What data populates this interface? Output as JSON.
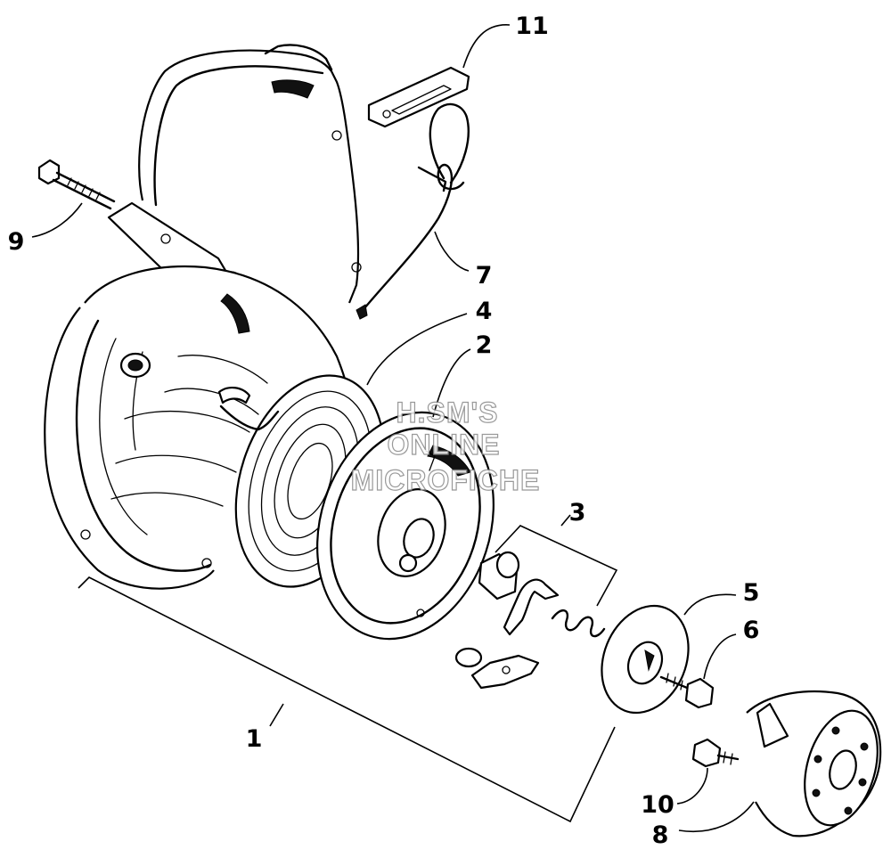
{
  "diagram": {
    "callouts": {
      "c1": "1",
      "c2": "2",
      "c3": "3",
      "c4": "4",
      "c5": "5",
      "c6": "6",
      "c7": "7",
      "c8": "8",
      "c9": "9",
      "c10": "10",
      "c11": "11"
    },
    "watermark": {
      "line1": "H.SM'S",
      "line2": "ONLINE",
      "line3": "MICROFICHE"
    }
  }
}
